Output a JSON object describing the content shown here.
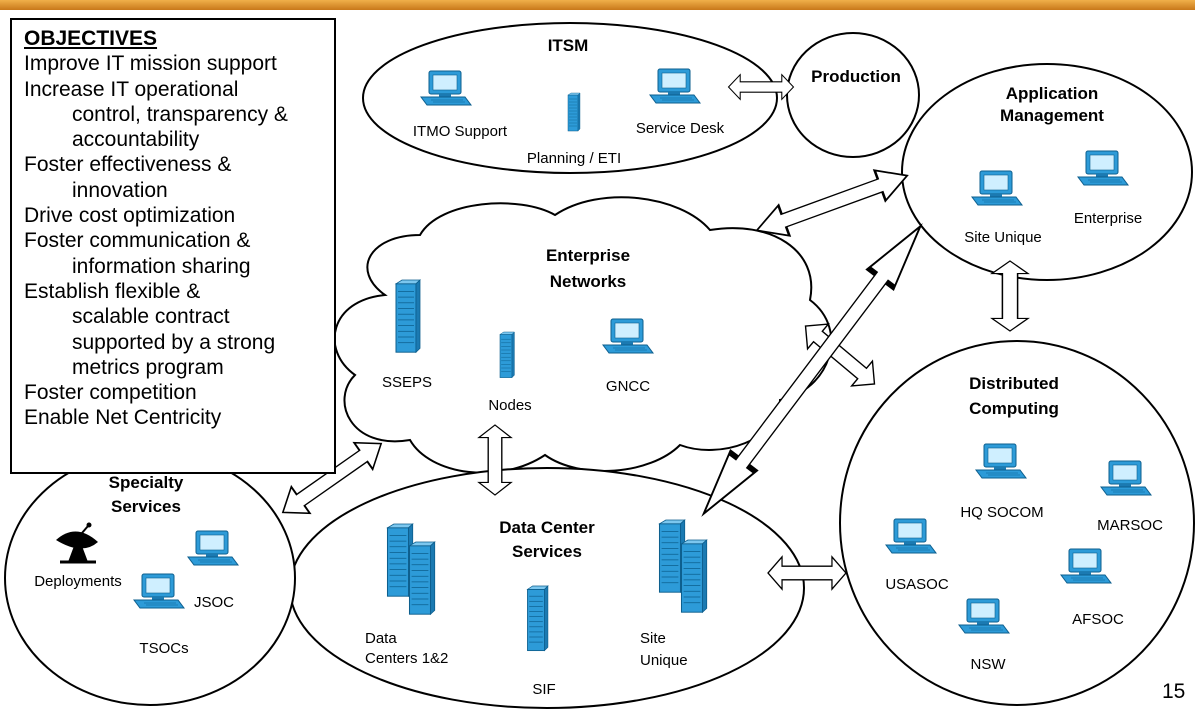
{
  "page_number": "15",
  "accent_color": "#2d9bd8",
  "objectives": {
    "heading": "OBJECTIVES",
    "lines": [
      "Improve IT mission support",
      "Increase IT operational",
      "control, transparency &",
      "accountability",
      "Foster effectiveness &",
      "innovation",
      "Drive cost optimization",
      "Foster communication &",
      "information sharing",
      "Establish flexible &",
      "scalable contract",
      "supported by a strong",
      "metrics program",
      "Foster competition",
      "Enable Net Centricity"
    ]
  },
  "itsm": {
    "title": "ITSM",
    "items": [
      "ITMO Support",
      "Planning / ETI",
      "Service Desk"
    ]
  },
  "production": {
    "title": "Production"
  },
  "app_mgmt": {
    "title_1": "Application",
    "title_2": "Management",
    "items": [
      "Site Unique",
      "Enterprise"
    ]
  },
  "enterprise_networks": {
    "title_1": "Enterprise",
    "title_2": "Networks",
    "items": [
      "SSEPS",
      "Nodes",
      "GNCC"
    ]
  },
  "distributed": {
    "title_1": "Distributed",
    "title_2": "Computing",
    "items": [
      "HQ SOCOM",
      "MARSOC",
      "USASOC",
      "AFSOC",
      "NSW"
    ]
  },
  "data_center": {
    "title_1": "Data Center",
    "title_2": "Services",
    "items": [
      "Data",
      "Centers 1&2",
      "SIF",
      "Site",
      "Unique"
    ]
  },
  "specialty": {
    "title_1": "Specialty",
    "title_2": "Services",
    "items": [
      "Deployments",
      "JSOC",
      "TSOCs"
    ]
  }
}
